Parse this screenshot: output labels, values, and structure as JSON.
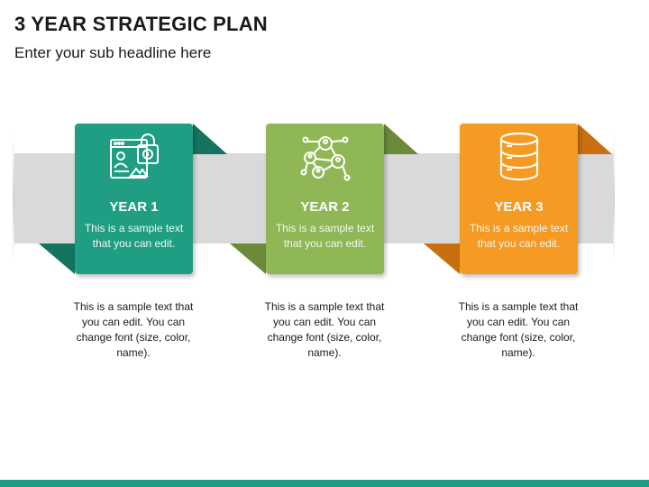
{
  "slide": {
    "title": "3 YEAR STRATEGIC PLAN",
    "subtitle": "Enter your sub headline here"
  },
  "colors": {
    "year1": "#1f9e84",
    "year1_dark": "#147460",
    "year2": "#8fb755",
    "year2_dark": "#6b8a3a",
    "year3": "#f59a23",
    "year3_dark": "#c8700f",
    "band": "#d9d9d9",
    "accent_line": "#1e9e85"
  },
  "cards": [
    {
      "year_label": "YEAR 1",
      "card_text": "This is a sample text that you can edit.",
      "icon": "profile-lock-icon",
      "description": "This is a sample text that you can edit. You can change font (size, color, name)."
    },
    {
      "year_label": "YEAR 2",
      "card_text": "This is a sample text that you can edit.",
      "icon": "network-icon",
      "description": "This is a sample text that you can edit. You can change font (size, color, name)."
    },
    {
      "year_label": "YEAR 3",
      "card_text": "This is a sample text that you can edit.",
      "icon": "database-icon",
      "description": "This is a sample text that you can edit. You can change font (size, color, name)."
    }
  ]
}
